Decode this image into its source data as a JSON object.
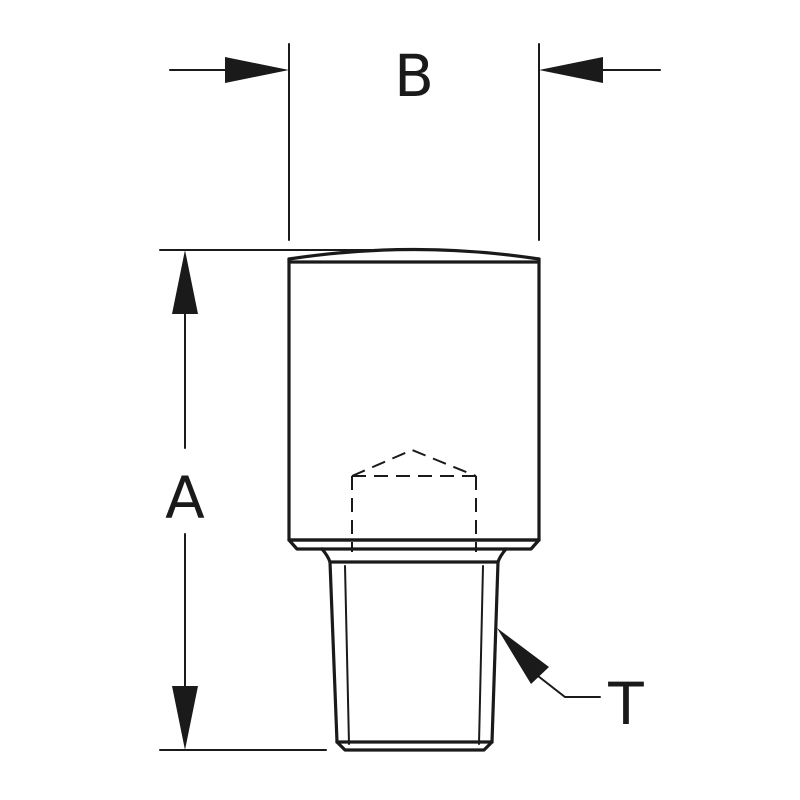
{
  "labels": {
    "width": "B",
    "height": "A",
    "thread": "T"
  },
  "colors": {
    "line": "#1a1a1a",
    "background": "#ffffff"
  }
}
